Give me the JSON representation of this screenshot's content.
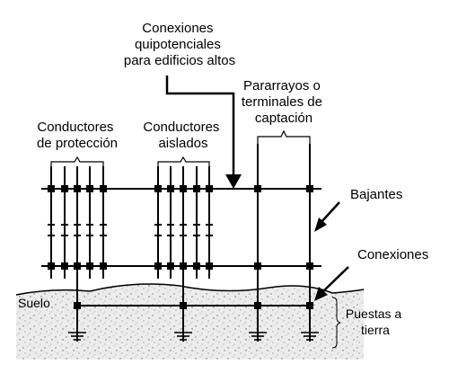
{
  "labels": {
    "conexiones_equipotenciales": [
      "Conexiones",
      "quipotenciales",
      "para edificios altos"
    ],
    "pararrayos": [
      "Pararrayos o",
      "terminales de",
      "captación"
    ],
    "conductores_proteccion": [
      "Conductores",
      "de protección"
    ],
    "conductores_aislados": [
      "Conductores",
      "aislados"
    ],
    "bajantes": "Bajantes",
    "conexiones": "Conexiones",
    "suelo": "Suelo",
    "puestas_a_tierra": [
      "Puestas a",
      "tierra"
    ]
  }
}
